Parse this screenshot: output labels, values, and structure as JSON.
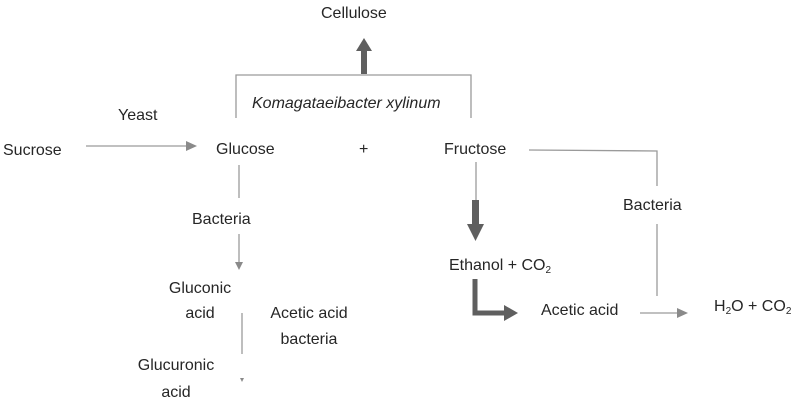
{
  "diagram": {
    "title": "Cellulose",
    "nodes": {
      "cellulose": "Cellulose",
      "organism": "Komagataeibacter xylinum",
      "sucrose": "Sucrose",
      "yeast": "Yeast",
      "glucose": "Glucose",
      "plus": "+",
      "fructose": "Fructose",
      "bacteria_left": "Bacteria",
      "gluconic_line1": "Gluconic",
      "gluconic_line2": "acid",
      "acetic_bacteria_line1": "Acetic acid",
      "acetic_bacteria_line2": "bacteria",
      "glucuronic_line1": "Glucuronic",
      "glucuronic_line2": "acid",
      "ethanol_prefix": "Ethanol + CO",
      "ethanol_sub": "2",
      "bacteria_right": "Bacteria",
      "acetic_acid": "Acetic acid",
      "water_h": "H",
      "water_sub": "2",
      "water_mid": "O + CO",
      "co2_sub": "2"
    },
    "edges": [
      {
        "from": "organism",
        "to": "cellulose",
        "style": "thick"
      },
      {
        "from": "sucrose",
        "to": "glucose",
        "label": "Yeast",
        "style": "thin"
      },
      {
        "from": "glucose",
        "to": "gluconic acid",
        "label": "Bacteria",
        "style": "thin"
      },
      {
        "from": "gluconic acid",
        "to": "glucuronic acid",
        "label": "Acetic acid bacteria",
        "style": "thin"
      },
      {
        "from": "fructose",
        "to": "ethanol + CO2",
        "style": "thick"
      },
      {
        "from": "ethanol + CO2",
        "to": "acetic acid",
        "style": "thick-elbow"
      },
      {
        "from": "acetic acid",
        "to": "H2O + CO2",
        "style": "thin"
      },
      {
        "from": "fructose",
        "to": "H2O + CO2",
        "label": "Bacteria",
        "style": "thin-elbow"
      }
    ],
    "colors": {
      "thin_line": "#9a9a9a",
      "thick_arrow": "#5f5f5f",
      "text": "#262626"
    }
  }
}
